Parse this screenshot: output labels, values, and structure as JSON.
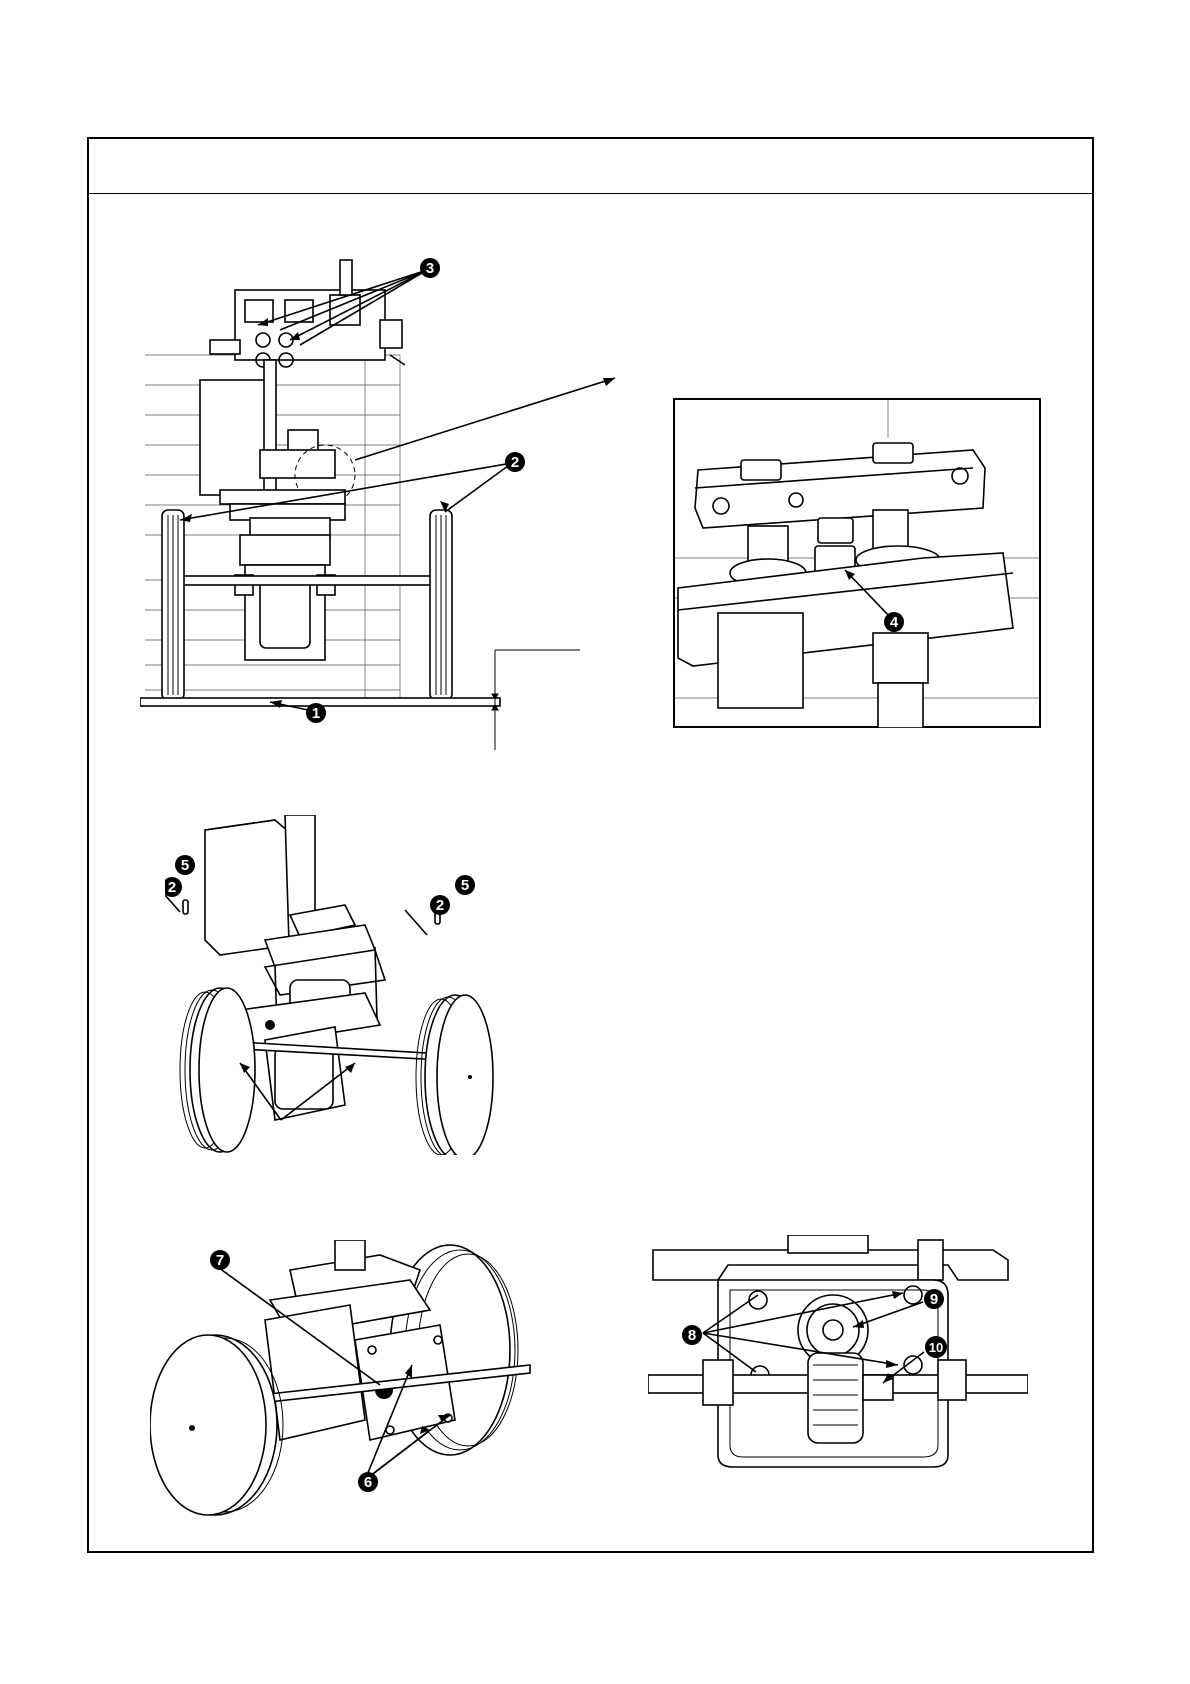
{
  "page": {
    "header_title": ""
  },
  "callouts": {
    "c1": "1",
    "c2": "2",
    "c3": "3",
    "c4": "4",
    "c5": "5",
    "c6": "6",
    "c7": "7",
    "c8": "8",
    "c9": "9",
    "c10": "10"
  }
}
